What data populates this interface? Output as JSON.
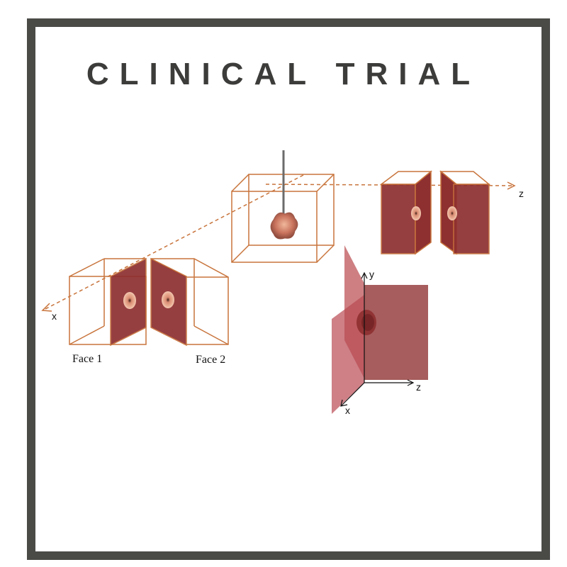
{
  "title": "CLINICAL TRIAL",
  "colors": {
    "frame": "#4a4a47",
    "wireframe": "#c8743c",
    "plane": "#8e2f30",
    "plane_light": "#c5686c",
    "tissue": "#e8a585",
    "axis_dashed": "#c8743c",
    "probe": "#6b6b6b"
  },
  "labels": {
    "face1": "Face 1",
    "face2": "Face 2",
    "axis_x_dashed": "x",
    "axis_z_dashed": "z",
    "axis_y": "y",
    "axis_z": "z",
    "axis_x": "x"
  },
  "icons": {
    "probe": "needle-probe",
    "tissue": "tumor-tissue-sample"
  }
}
